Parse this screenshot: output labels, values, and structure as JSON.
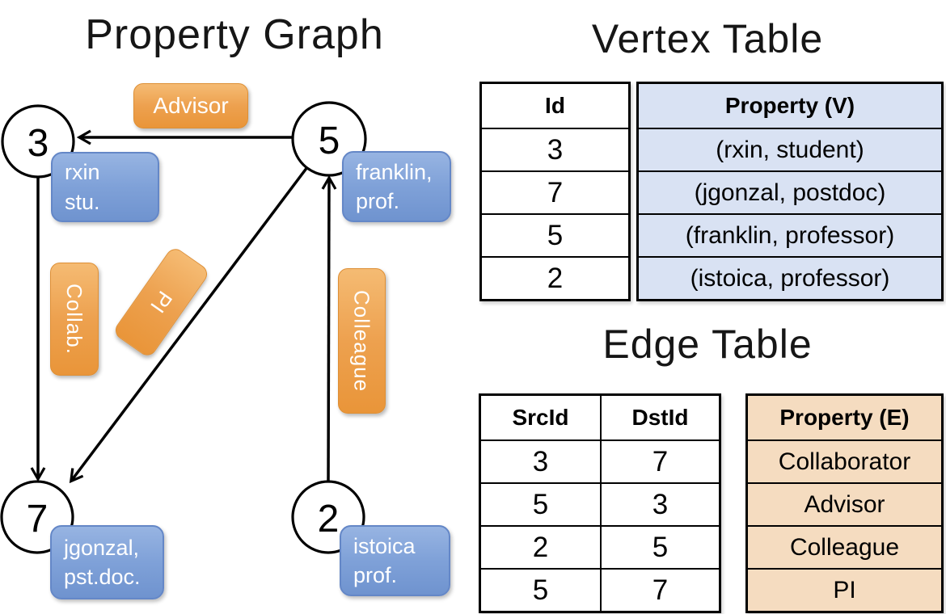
{
  "graph": {
    "title": "Property Graph",
    "nodes": [
      {
        "id": "3",
        "line1": "rxin",
        "line2": "stu."
      },
      {
        "id": "5",
        "line1": "franklin,",
        "line2": "prof."
      },
      {
        "id": "7",
        "line1": "jgonzal,",
        "line2": "pst.doc."
      },
      {
        "id": "2",
        "line1": "istoica",
        "line2": "prof."
      }
    ],
    "edges": [
      {
        "label": "Advisor"
      },
      {
        "label": "Collab."
      },
      {
        "label": "PI"
      },
      {
        "label": "Colleague"
      }
    ]
  },
  "vertex_table": {
    "title": "Vertex Table",
    "headers": {
      "id": "Id",
      "property": "Property (V)"
    },
    "rows": [
      {
        "id": "3",
        "property": "(rxin, student)"
      },
      {
        "id": "7",
        "property": "(jgonzal, postdoc)"
      },
      {
        "id": "5",
        "property": "(franklin, professor)"
      },
      {
        "id": "2",
        "property": "(istoica, professor)"
      }
    ]
  },
  "edge_table": {
    "title": "Edge Table",
    "headers": {
      "src": "SrcId",
      "dst": "DstId",
      "property": "Property (E)"
    },
    "rows": [
      {
        "src": "3",
        "dst": "7",
        "property": "Collaborator"
      },
      {
        "src": "5",
        "dst": "3",
        "property": "Advisor"
      },
      {
        "src": "2",
        "dst": "5",
        "property": "Colleague"
      },
      {
        "src": "5",
        "dst": "7",
        "property": "PI"
      }
    ]
  },
  "colors": {
    "edge_label_top": "#F5BB73",
    "edge_label_bottom": "#E99539",
    "vertex_label_top": "#97B4E2",
    "vertex_label_bottom": "#6F93CF",
    "vertex_table_fill": "#D9E2F3",
    "edge_table_fill": "#F5DCC0",
    "line": "#000000"
  }
}
